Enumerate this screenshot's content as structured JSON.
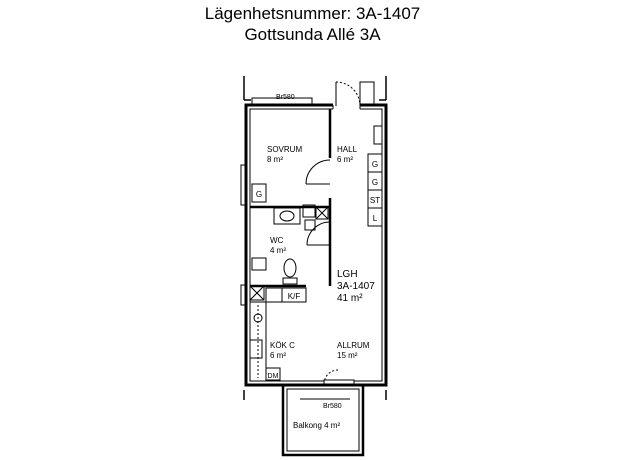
{
  "header": {
    "apartment_number": "Lägenhetsnummer: 3A-1407",
    "address": "Gottsunda Allé 3A"
  },
  "plan": {
    "rooms": {
      "sovrum": {
        "name": "SOVRUM",
        "area": "8 m²"
      },
      "hall": {
        "name": "HALL",
        "area": "6 m²"
      },
      "wc": {
        "name": "WC",
        "area": "4 m²"
      },
      "kok": {
        "name": "KÖK C",
        "area": "6 m²"
      },
      "allrum": {
        "name": "ALLRUM",
        "area": "15 m²"
      },
      "balkong": {
        "name": "Balkong 4 m²"
      }
    },
    "unit": {
      "label": "LGH",
      "number": "3A-1407",
      "area": "41 m²"
    },
    "wall_labels": {
      "br_top": "Br580",
      "br_bottom": "Br580"
    },
    "fixtures": {
      "wardrobe_sovrum": "G",
      "hall_closets": [
        "G",
        "G",
        "ST",
        "L"
      ],
      "kf": "K/F",
      "dm": "DM"
    }
  }
}
